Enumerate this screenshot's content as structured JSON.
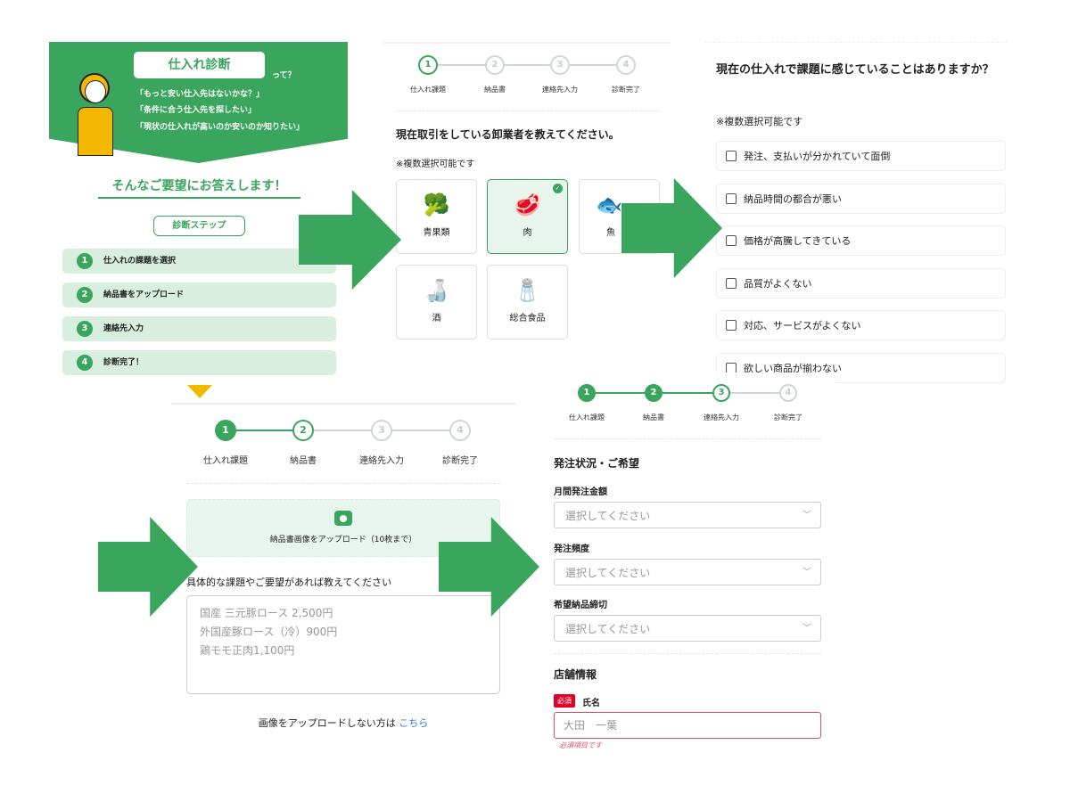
{
  "intro": {
    "title": "仕入れ診断",
    "title_suffix": "って？",
    "quotes": [
      "「もっと安い仕入先はないかな？」",
      "「条件に合う仕入先を探したい」",
      "「現状の仕入れが高いのか安いのか知りたい」"
    ],
    "answer": "そんなご要望にお答えします！",
    "steps_button": "診断ステップ",
    "steps": [
      {
        "num": "1",
        "label": "仕入れの課題を選択"
      },
      {
        "num": "2",
        "label": "納品書をアップロード"
      },
      {
        "num": "3",
        "label": "連絡先入力"
      },
      {
        "num": "4",
        "label": "診断完了！"
      }
    ]
  },
  "stepper": {
    "nums": [
      "1",
      "2",
      "3",
      "4"
    ],
    "labels": [
      "仕入れ課題",
      "納品書",
      "連絡先入力",
      "診断完了"
    ]
  },
  "supplier": {
    "heading": "現在取引をしている卸業者を教えてください。",
    "note": "※複数選択可能です",
    "cards": [
      {
        "label": "青果類",
        "icon": "broccoli-icon",
        "selected": false
      },
      {
        "label": "肉",
        "icon": "meat-icon",
        "selected": true
      },
      {
        "label": "魚",
        "icon": "fish-icon",
        "selected": false
      },
      {
        "label": "酒",
        "icon": "sake-icon",
        "selected": false
      },
      {
        "label": "総合食品",
        "icon": "grocery-icon",
        "selected": false
      }
    ]
  },
  "issues": {
    "heading": "現在の仕入れで課題に感じていることはありますか？",
    "note": "※複数選択可能です",
    "options": [
      "発注、支払いが分かれていて面倒",
      "納品時間の都合が悪い",
      "価格が高騰してきている",
      "品質がよくない",
      "対応、サービスがよくない",
      "欲しい商品が揃わない"
    ]
  },
  "upload": {
    "button": "納品書画像をアップロード（10枚まで）",
    "textarea_label": "具体的な課題やご要望があれば教えてください",
    "textarea_placeholder": "国産 三元豚ロース 2,500円\n外国産豚ロース（冷）900円\n鶏モモ正肉1,100円",
    "skip_text": "画像をアップロードしない方は",
    "skip_link": "こちら"
  },
  "contact": {
    "section1": "発注状況・ご希望",
    "fields": [
      {
        "label": "月間発注金額",
        "placeholder": "選択してください"
      },
      {
        "label": "発注頻度",
        "placeholder": "選択してください"
      },
      {
        "label": "希望納品締切",
        "placeholder": "選択してください"
      }
    ],
    "section2": "店舗情報",
    "required_badge": "必須",
    "name_label": "氏名",
    "name_placeholder": "大田　一葉",
    "error": "必須項目です"
  },
  "colors": {
    "accent": "#3aa55c",
    "light": "#d8eede",
    "arrow_yellow": "#f5b800",
    "error": "#e0002a"
  }
}
